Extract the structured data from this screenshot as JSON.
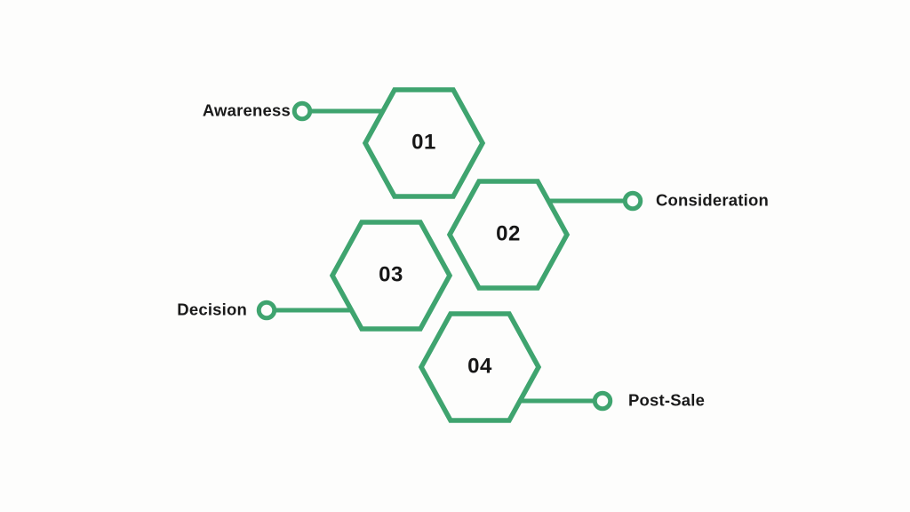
{
  "diagram": {
    "type": "hexagon-process",
    "steps": [
      {
        "number": "01",
        "label": "Awareness",
        "label_side": "left"
      },
      {
        "number": "02",
        "label": "Consideration",
        "label_side": "right"
      },
      {
        "number": "03",
        "label": "Decision",
        "label_side": "left"
      },
      {
        "number": "04",
        "label": "Post-Sale",
        "label_side": "right"
      }
    ],
    "colors": {
      "accent_green": "#3FA46F",
      "text_dark": "#1A1A1A",
      "background": "#FDFDFC"
    }
  }
}
